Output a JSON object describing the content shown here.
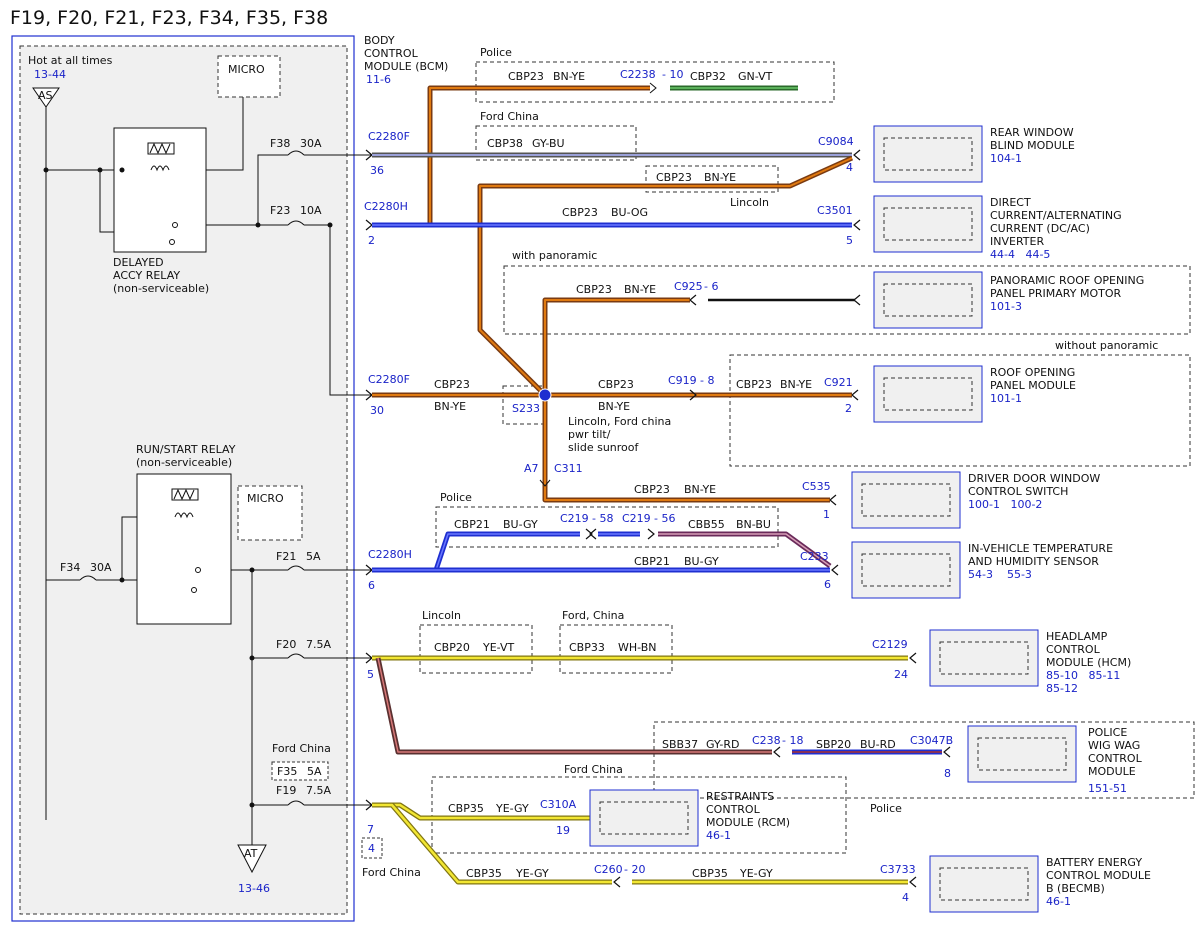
{
  "title": "F19, F20, F21, F23, F34, F35, F38",
  "colors": {
    "orange": "#e07a10",
    "brown": "#7a3b12",
    "blue": "#1f2fd0",
    "gray": "#8c8c8c",
    "yellow": "#f2e632",
    "yellow_dark": "#807512",
    "green": "#3c9a3c",
    "violet": "#6a2a8a",
    "red": "#cc2a2a",
    "black": "#111111",
    "link": "#1a23c8",
    "panel": "#f0f0f0"
  },
  "fuse_panel": {
    "hot_label": "Hot at all times",
    "hot_ref": "13-44",
    "as_label": "AS",
    "at_label": "AT",
    "at_ref": "13-46",
    "micro_1": "MICRO",
    "micro_2": "MICRO",
    "delayed_relay": [
      "DELAYED",
      "ACCY RELAY",
      "(non-serviceable)"
    ],
    "run_relay": [
      "RUN/START RELAY",
      "(non-serviceable)"
    ],
    "f38": "F38",
    "f38_amp": "30A",
    "f23": "F23",
    "f23_amp": "10A",
    "f34": "F34",
    "f34_amp": "30A",
    "f21": "F21",
    "f21_amp": "5A",
    "f20": "F20",
    "f20_amp": "7.5A",
    "ford_china": "Ford China",
    "f35": "F35",
    "f35_amp": "5A",
    "f19": "F19",
    "f19_amp": "7.5A"
  },
  "bcm": {
    "name": [
      "BODY",
      "CONTROL",
      "MODULE (BCM)"
    ],
    "ref": "11-6",
    "connectors": {
      "c2280f_top": "C2280F",
      "pin_36": "36",
      "c2280h_top": "C2280H",
      "pin_2": "2",
      "c2280f_mid": "C2280F",
      "pin_30": "30",
      "c2280h_mid": "C2280H",
      "pin_6": "6",
      "pin_5": "5",
      "pin_7": "7",
      "pin_4": "4",
      "ford_china_bottom": "Ford China"
    }
  },
  "circuits": {
    "police_top": "Police",
    "cbp23_a": "CBP23",
    "bn_ye_a": "BN-YE",
    "c2238": "C2238",
    "c2238_pin": "- 10",
    "cbp32": "CBP32",
    "gn_vt": "GN-VT",
    "ford_china_top": "Ford China",
    "cbp38": "CBP38",
    "gy_bu": "GY-BU",
    "c9084": "C9084",
    "pin_9084": "4",
    "cbp23_lincoln": "CBP23",
    "bn_ye_lincoln": "BN-YE",
    "lincoln_1": "Lincoln",
    "cbp23_inv": "CBP23",
    "bu_og": "BU-OG",
    "c3501": "C3501",
    "pin_3501": "5",
    "with_pan": "with panoramic",
    "cbp23_pan": "CBP23",
    "bn_ye_pan": "BN-YE",
    "c925": "C925",
    "c925_pin": "- 6",
    "without_pan": "without panoramic",
    "cbp23_main": "CBP23",
    "bn_ye_main": "BN-YE",
    "s233": "S233",
    "cbp23_r": "CBP23",
    "bn_ye_r": "BN-YE",
    "c919": "C919",
    "c919_pin": "- 8",
    "cbp23_roof": "CBP23",
    "bn_ye_roof": "BN-YE",
    "c921": "C921",
    "pin_921": "2",
    "lincoln_note": [
      "Lincoln, Ford china",
      "pwr tilt/",
      "slide sunroof"
    ],
    "a7": "A7",
    "c311": "C311",
    "cbp23_door": "CBP23",
    "bn_ye_door": "BN-YE",
    "c535": "C535",
    "pin_535": "1",
    "police_mid": "Police",
    "cbp21_a": "CBP21",
    "bu_gy_a": "BU-GY",
    "c219a": "C219",
    "c219a_pin": "- 58",
    "c219b": "C219",
    "c219b_pin": "- 56",
    "cbb55": "CBB55",
    "bn_bu": "BN-BU",
    "cbp21_b": "CBP21",
    "bu_gy_b": "BU-GY",
    "c233": "C233",
    "pin_233": "6",
    "lincoln_2": "Lincoln",
    "cbp20": "CBP20",
    "ye_vt": "YE-VT",
    "ford_china_2": "Ford, China",
    "cbp33": "CBP33",
    "wh_bn": "WH-BN",
    "c2129": "C2129",
    "pin_2129": "24",
    "sbb37": "SBB37",
    "gy_rd": "GY-RD",
    "c238": "C238",
    "c238_pin": "- 18",
    "sbp20": "SBP20",
    "bu_rd": "BU-RD",
    "c3047b": "C3047B",
    "pin_3047": "8",
    "police_bottom": "Police",
    "ford_china_3": "Ford China",
    "cbp35_a": "CBP35",
    "ye_gy_a": "YE-GY",
    "c310a": "C310A",
    "pin_310": "19",
    "cbp35_b": "CBP35",
    "ye_gy_b": "YE-GY",
    "c260": "C260",
    "c260_pin": "- 20",
    "cbp35_c": "CBP35",
    "ye_gy_c": "YE-GY",
    "c3733": "C3733",
    "pin_3733": "4"
  },
  "modules": {
    "rear_blind": {
      "name": [
        "REAR WINDOW",
        "BLIND MODULE"
      ],
      "ref": "104-1"
    },
    "inverter": {
      "name": [
        "DIRECT",
        "CURRENT/ALTERNATING",
        "CURRENT (DC/AC)",
        "INVERTER"
      ],
      "ref": "44-4   44-5"
    },
    "pan_motor": {
      "name": [
        "PANORAMIC ROOF OPENING",
        "PANEL PRIMARY MOTOR"
      ],
      "ref": "101-3"
    },
    "roof_panel": {
      "name": [
        "ROOF OPENING",
        "PANEL MODULE"
      ],
      "ref": "101-1"
    },
    "door_switch": {
      "name": [
        "DRIVER DOOR WINDOW",
        "CONTROL SWITCH"
      ],
      "ref": "100-1   100-2"
    },
    "temp_sensor": {
      "name": [
        "IN-VEHICLE TEMPERATURE",
        "AND HUMIDITY SENSOR"
      ],
      "ref": "54-3    55-3"
    },
    "hcm": {
      "name": [
        "HEADLAMP",
        "CONTROL",
        "MODULE (HCM)"
      ],
      "ref": [
        "85-10   85-11",
        "85-12"
      ]
    },
    "wigwag": {
      "name": [
        "POLICE",
        "WIG WAG",
        "CONTROL",
        "MODULE"
      ],
      "ref": "151-51"
    },
    "rcm": {
      "name": [
        "RESTRAINTS",
        "CONTROL",
        "MODULE (RCM)"
      ],
      "ref": "46-1"
    },
    "becmb": {
      "name": [
        "BATTERY ENERGY",
        "CONTROL MODULE",
        "B (BECMB)"
      ],
      "ref": "46-1"
    }
  }
}
